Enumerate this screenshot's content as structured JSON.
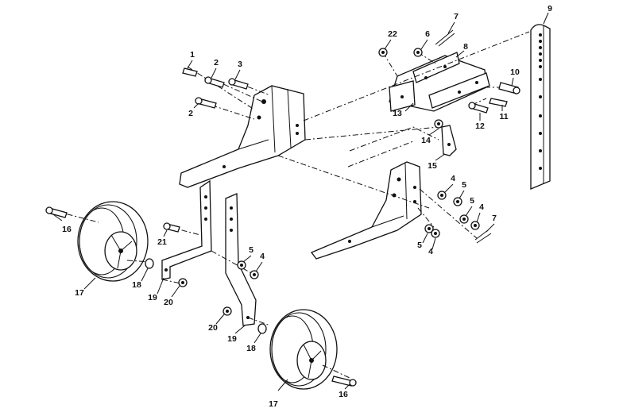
{
  "diagram": {
    "callouts": [
      {
        "id": "c1",
        "text": "1"
      },
      {
        "id": "c2a",
        "text": "2"
      },
      {
        "id": "c2b",
        "text": "2"
      },
      {
        "id": "c3",
        "text": "3"
      },
      {
        "id": "c4a",
        "text": "4"
      },
      {
        "id": "c4b",
        "text": "4"
      },
      {
        "id": "c4c",
        "text": "4"
      },
      {
        "id": "c4d",
        "text": "4"
      },
      {
        "id": "c5a",
        "text": "5"
      },
      {
        "id": "c5b",
        "text": "5"
      },
      {
        "id": "c5c",
        "text": "5"
      },
      {
        "id": "c5d",
        "text": "5"
      },
      {
        "id": "c6",
        "text": "6"
      },
      {
        "id": "c7a",
        "text": "7"
      },
      {
        "id": "c7b",
        "text": "7"
      },
      {
        "id": "c8",
        "text": "8"
      },
      {
        "id": "c9",
        "text": "9"
      },
      {
        "id": "c10",
        "text": "10"
      },
      {
        "id": "c11",
        "text": "11"
      },
      {
        "id": "c12",
        "text": "12"
      },
      {
        "id": "c13",
        "text": "13"
      },
      {
        "id": "c14",
        "text": "14"
      },
      {
        "id": "c15",
        "text": "15"
      },
      {
        "id": "c16a",
        "text": "16"
      },
      {
        "id": "c16b",
        "text": "16"
      },
      {
        "id": "c17a",
        "text": "17"
      },
      {
        "id": "c17b",
        "text": "17"
      },
      {
        "id": "c18a",
        "text": "18"
      },
      {
        "id": "c18b",
        "text": "18"
      },
      {
        "id": "c19a",
        "text": "19"
      },
      {
        "id": "c19b",
        "text": "19"
      },
      {
        "id": "c20a",
        "text": "20"
      },
      {
        "id": "c20b",
        "text": "20"
      },
      {
        "id": "c21",
        "text": "21"
      },
      {
        "id": "c22",
        "text": "22"
      }
    ]
  }
}
